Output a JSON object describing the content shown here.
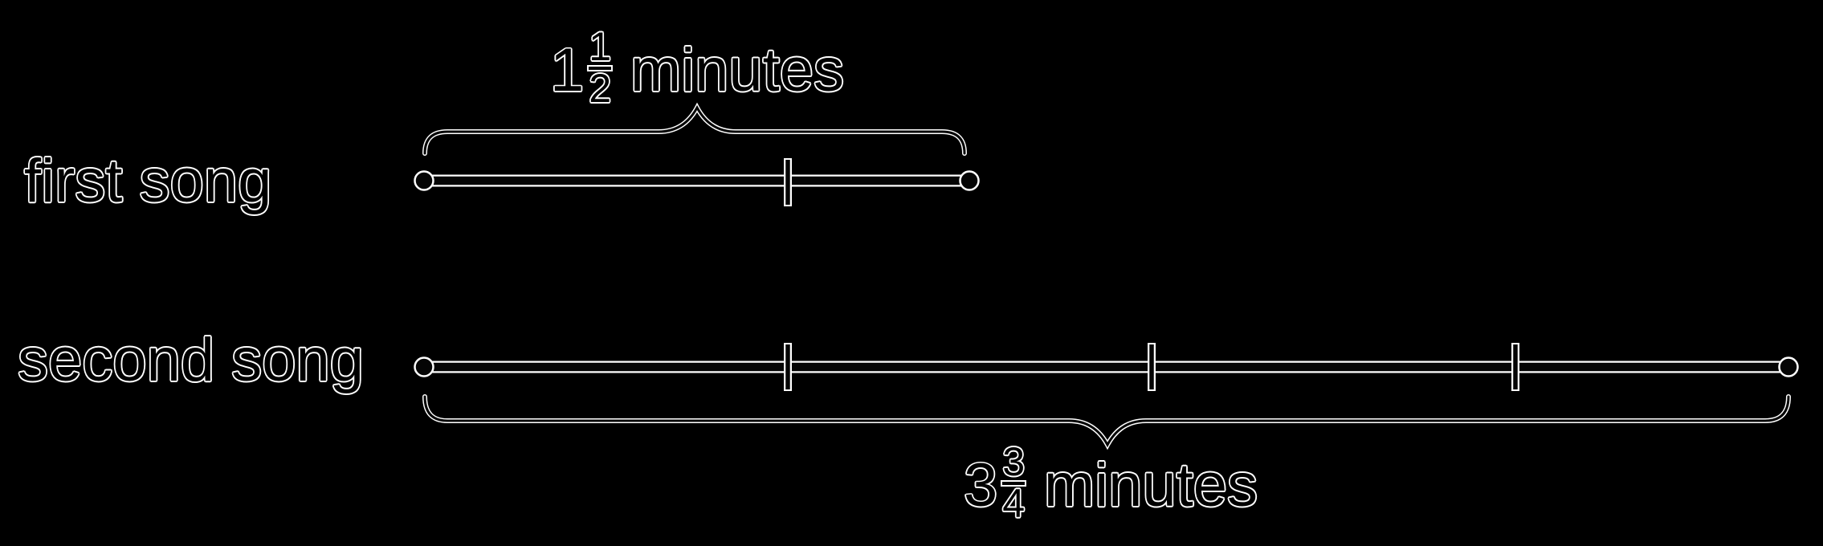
{
  "colors": {
    "background": "#000000",
    "ink": "#000000",
    "halo": "#ffffff"
  },
  "diagram": {
    "type": "tape-diagram",
    "rows": [
      {
        "name": "first song",
        "duration": {
          "whole": "1",
          "numerator": "1",
          "denominator": "2",
          "unit": "minutes",
          "value_minutes": 1.5
        },
        "ticks_at_minutes": [
          1
        ],
        "brace_position": "above"
      },
      {
        "name": "second song",
        "duration": {
          "whole": "3",
          "numerator": "3",
          "denominator": "4",
          "unit": "minutes",
          "value_minutes": 3.75
        },
        "ticks_at_minutes": [
          1,
          2,
          3
        ],
        "brace_position": "below"
      }
    ]
  }
}
